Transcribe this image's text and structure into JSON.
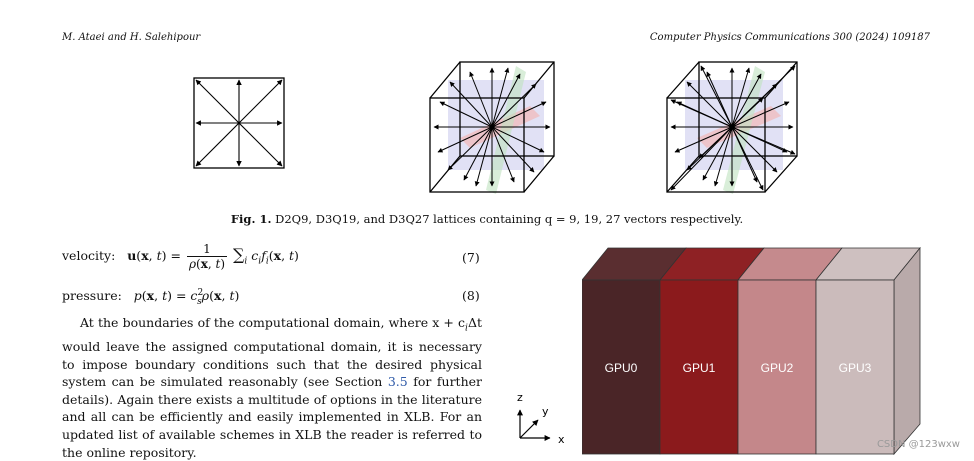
{
  "header": {
    "authors": "M. Ataei and H. Salehipour",
    "journal": "Computer Physics Communications 300 (2024) 109187"
  },
  "figure": {
    "caption_label": "Fig. 1.",
    "caption_text": "D2Q9, D3Q19, and D3Q27 lattices containing q = 9, 19, 27 vectors respectively.",
    "lattices": [
      "D2Q9",
      "D3Q19",
      "D3Q27"
    ]
  },
  "equations": {
    "velocity_label": "velocity:",
    "velocity_number": "(7)",
    "pressure_label": "pressure:",
    "pressure_number": "(8)"
  },
  "paragraph": {
    "part1": "At the boundaries of the computational domain, where x + c",
    "part2": "Δt would leave the assigned computational domain, it is necessary to impose boundary conditions such that the desired physical system can be simulated reasonably (see Section ",
    "section_link": "3.5",
    "part3": " for further details). Again there exists a multitude of options in the literature and all can be efficiently and easily implemented in XLB. For an updated list of available schemes in XLB the reader is referred to the online repository."
  },
  "gpu_diagram": {
    "blocks": [
      {
        "label": "GPU0",
        "color": "#4a2527"
      },
      {
        "label": "GPU1",
        "color": "#8b1a1c"
      },
      {
        "label": "GPU2",
        "color": "#c4878a"
      },
      {
        "label": "GPU3",
        "color": "#cbbbbb"
      }
    ],
    "axes": {
      "x": "x",
      "y": "y",
      "z": "z"
    }
  },
  "watermark": "CSDN @123wxw"
}
